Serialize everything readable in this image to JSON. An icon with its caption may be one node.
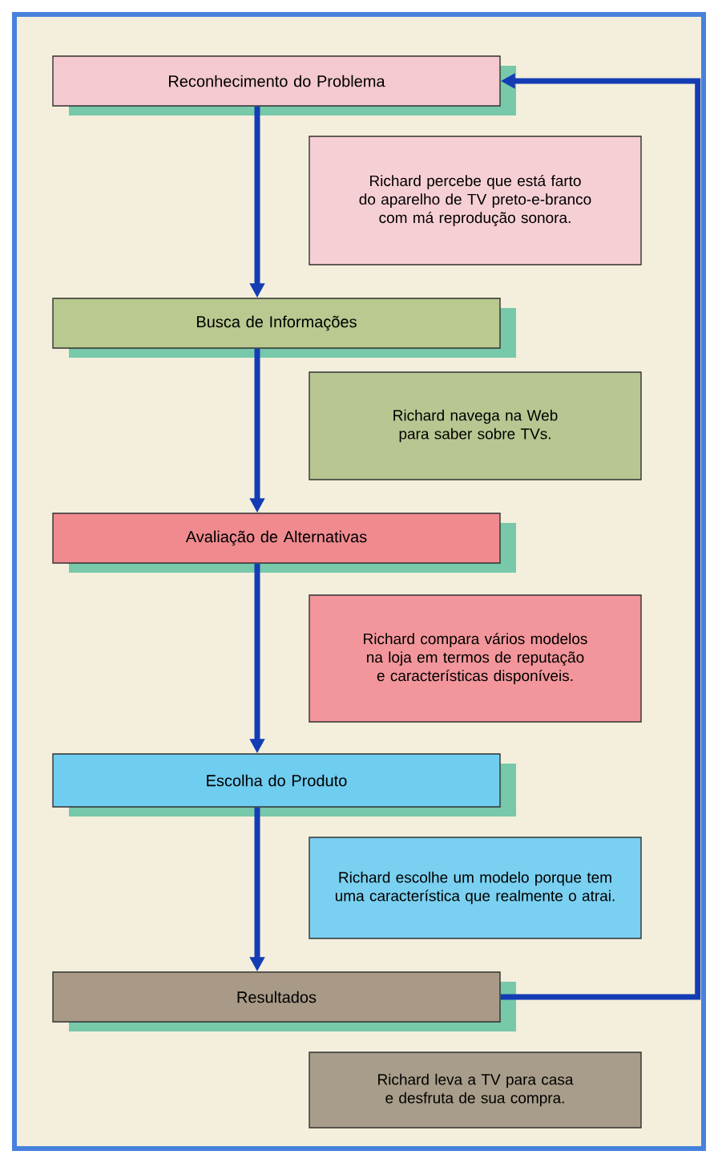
{
  "diagram": {
    "nodes": [
      {
        "text": [
          "Reconhecimento do Problema"
        ]
      },
      {
        "text": [
          "Richard percebe que está farto do aparelho de TV preto-e-branco com má reprodução sonora."
        ]
      },
      {
        "text": [
          "Busca de Informações"
        ]
      },
      {
        "text": [
          "Richard navega na Web para saber sobre TVs."
        ]
      },
      {
        "text": [
          "Avaliação de Alternativas"
        ]
      },
      {
        "text": [
          "Richard compara vários modelos na loja em termos de reputação e características disponíveis."
        ]
      },
      {
        "text": [
          "Escolha do Produto"
        ]
      },
      {
        "text": [
          "Richard escolhe um modelo porque tem uma característica que realmente o atrai."
        ]
      },
      {
        "text": [
          "Resultados"
        ]
      },
      {
        "text": [
          "Richard leva a TV para casa e desfruta de sua compra."
        ]
      }
    ],
    "edges": [
      {
        "from": 0,
        "to": 2,
        "arrow": "to"
      },
      {
        "from": 2,
        "to": 4,
        "arrow": "to"
      },
      {
        "from": 4,
        "to": 6,
        "arrow": "to"
      },
      {
        "from": 6,
        "to": 8,
        "arrow": "to"
      },
      {
        "from": 8,
        "to": 0,
        "arrow": "to"
      }
    ]
  }
}
